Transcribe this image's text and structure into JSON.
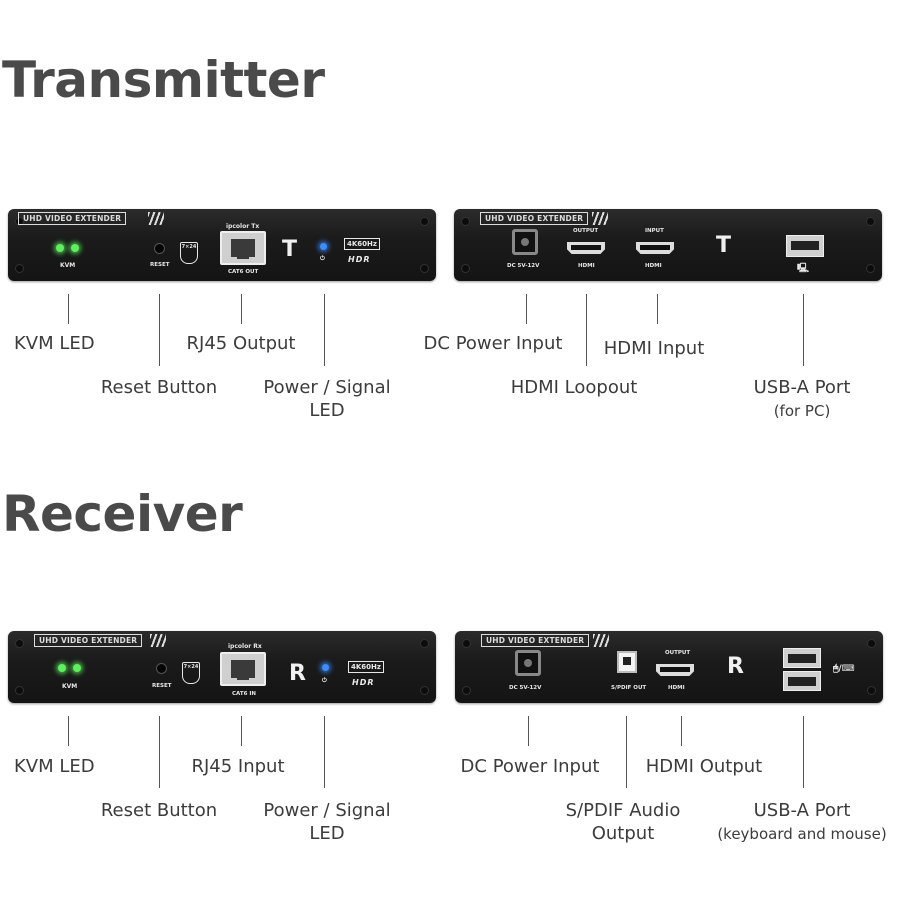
{
  "transmitter": {
    "title": "Transmitter",
    "front_panel": {
      "brand": "UHD VIDEO EXTENDER",
      "kvm_text": "KVM",
      "reset_text": "RESET",
      "shield_text": "7×24",
      "model_text": "ipcolor Tx",
      "port_text": "CAT6 OUT",
      "letter": "T",
      "badge": "4K60Hz",
      "hdr": "HDR"
    },
    "rear_panel": {
      "brand": "UHD VIDEO EXTENDER",
      "dc_text": "DC 5V-12V",
      "out_top": "OUTPUT",
      "out_bottom": "HDMI",
      "in_top": "INPUT",
      "in_bottom": "HDMI",
      "letter": "T"
    },
    "labels": {
      "kvm_led": "KVM LED",
      "reset_button": "Reset Button",
      "rj45": "RJ45 Output",
      "power_signal_1": "Power / Signal",
      "power_signal_2": "LED",
      "dc_power": "DC Power Input",
      "hdmi_loopout": "HDMI Loopout",
      "hdmi_input": "HDMI Input",
      "usb_1": "USB-A Port",
      "usb_2": "(for PC)"
    }
  },
  "receiver": {
    "title": "Receiver",
    "front_panel": {
      "brand": "UHD VIDEO EXTENDER",
      "kvm_text": "KVM",
      "reset_text": "RESET",
      "shield_text": "7×24",
      "model_text": "ipcolor Rx",
      "port_text": "CAT6 IN",
      "letter": "R",
      "badge": "4K60Hz",
      "hdr": "HDR"
    },
    "rear_panel": {
      "brand": "UHD VIDEO EXTENDER",
      "dc_text": "DC 5V-12V",
      "spdif_text": "S/PDIF OUT",
      "out_top": "OUTPUT",
      "out_bottom": "HDMI",
      "letter": "R"
    },
    "labels": {
      "kvm_led": "KVM LED",
      "reset_button": "Reset Button",
      "rj45": "RJ45 Input",
      "power_signal_1": "Power / Signal",
      "power_signal_2": "LED",
      "dc_power": "DC Power Input",
      "spdif_1": "S/PDIF Audio",
      "spdif_2": "Output",
      "hdmi_output": "HDMI Output",
      "usb_1": "USB-A Port",
      "usb_2": "(keyboard and mouse)"
    }
  }
}
